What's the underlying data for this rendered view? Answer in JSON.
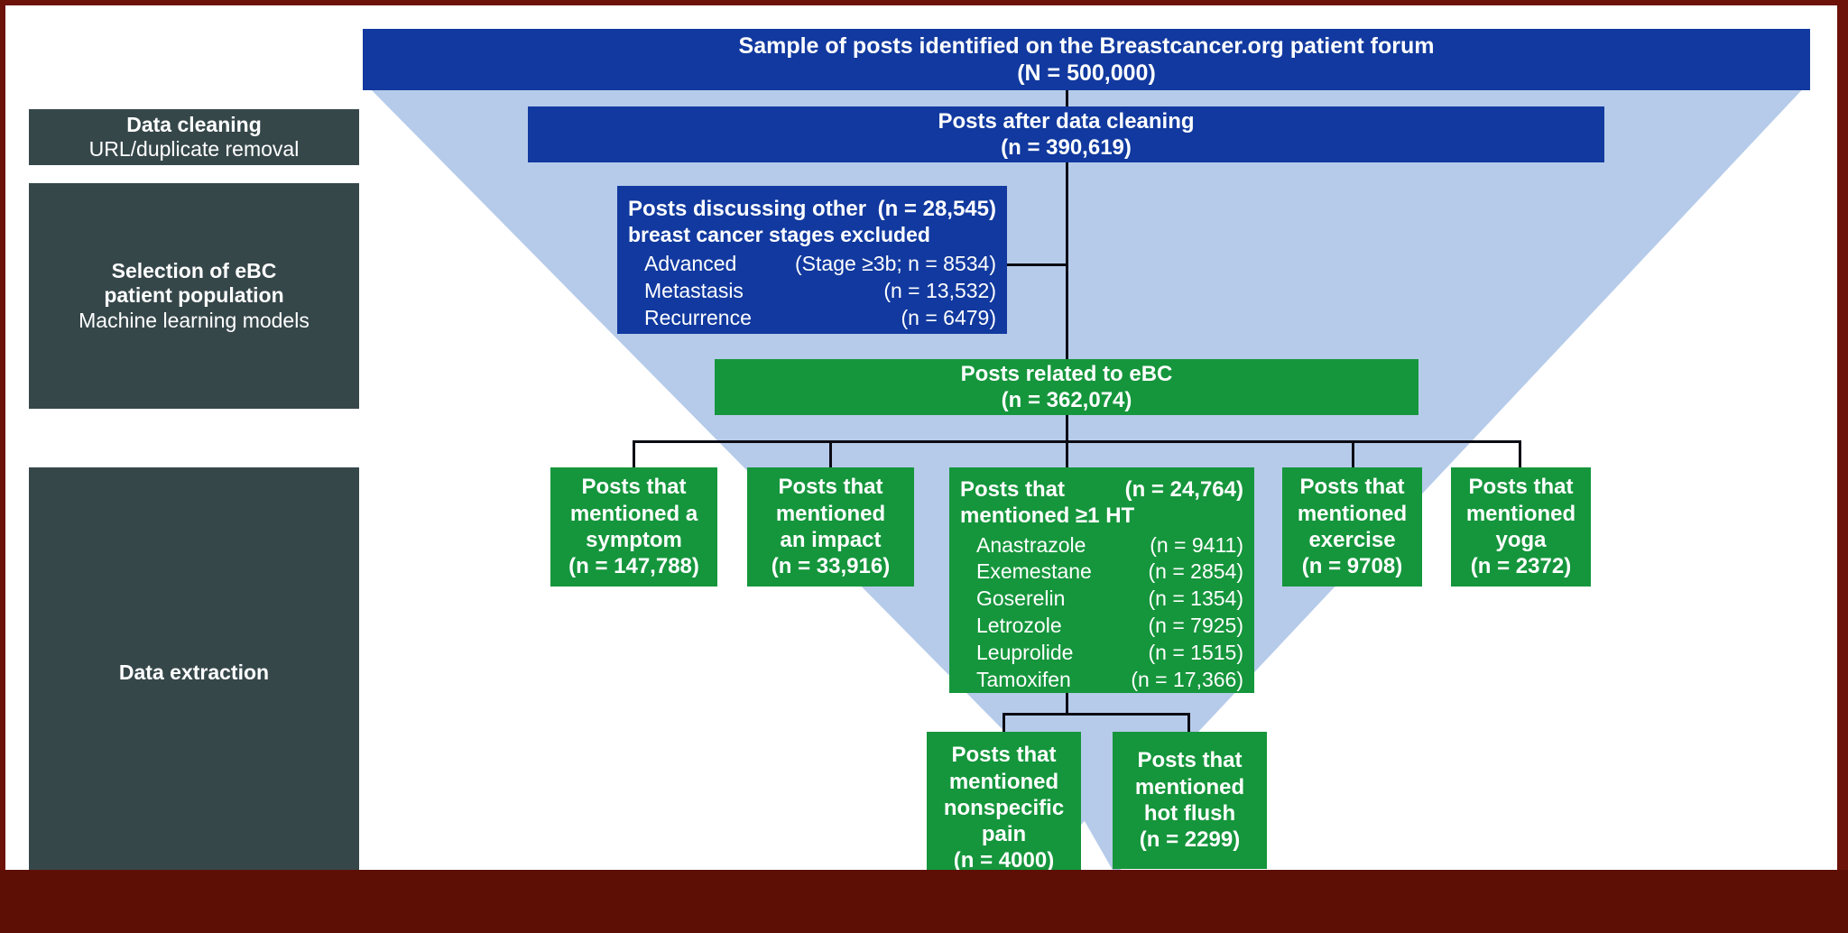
{
  "figure": {
    "type": "flowchart",
    "title": "Study flow diagram of Breastcancer.org forum post selection"
  },
  "colors": {
    "blue_box": "#11399f",
    "green_box": "#15963c",
    "funnel": "#b6cbea",
    "stage_block": "#36474a",
    "frame": "#6d1209",
    "connector": "#0b0b14"
  },
  "stages": [
    {
      "id": "data-cleaning",
      "bold": "Data cleaning",
      "sub": "URL/duplicate removal"
    },
    {
      "id": "selection",
      "bold_line1": "Selection of eBC",
      "bold_line2": "patient population",
      "sub": "Machine learning models"
    },
    {
      "id": "data-extraction",
      "bold": "Data extraction",
      "sub": ""
    }
  ],
  "nodes": {
    "sample": {
      "line1": "Sample of posts identified on the Breastcancer.org patient forum",
      "line2": "(N = 500,000)",
      "count": 500000
    },
    "cleaning": {
      "line1": "Posts after data cleaning",
      "line2": "(n = 390,619)",
      "count": 390619
    },
    "excluded": {
      "head_left": "Posts discussing other",
      "head_right": "(n = 28,545)",
      "head_line2": "breast cancer stages excluded",
      "count": 28545,
      "items": [
        {
          "label": "Advanced",
          "value": "(Stage ≥3b; n = 8534)",
          "n": 8534
        },
        {
          "label": "Metastasis",
          "value": "(n = 13,532)",
          "n": 13532
        },
        {
          "label": "Recurrence",
          "value": "(n = 6479)",
          "n": 6479
        }
      ]
    },
    "ebc": {
      "line1": "Posts related to eBC",
      "line2": "(n = 362,074)",
      "count": 362074
    },
    "symptom": {
      "line1": "Posts that",
      "line2": "mentioned a",
      "line3": "symptom",
      "line4": "(n = 147,788)",
      "count": 147788
    },
    "impact": {
      "line1": "Posts that",
      "line2": "mentioned",
      "line3": "an impact",
      "line4": "(n = 33,916)",
      "count": 33916
    },
    "ht": {
      "head_left": "Posts that",
      "head_right": "(n = 24,764)",
      "head_line2": "mentioned ≥1 HT",
      "count": 24764,
      "items": [
        {
          "label": "Anastrazole",
          "value": "(n = 9411)",
          "n": 9411
        },
        {
          "label": "Exemestane",
          "value": "(n = 2854)",
          "n": 2854
        },
        {
          "label": "Goserelin",
          "value": "(n = 1354)",
          "n": 1354
        },
        {
          "label": "Letrozole",
          "value": "(n = 7925)",
          "n": 7925
        },
        {
          "label": "Leuprolide",
          "value": "(n = 1515)",
          "n": 1515
        },
        {
          "label": "Tamoxifen",
          "value": "(n = 17,366)",
          "n": 17366
        }
      ]
    },
    "exercise": {
      "line1": "Posts that",
      "line2": "mentioned",
      "line3": "exercise",
      "line4": "(n = 9708)",
      "count": 9708
    },
    "yoga": {
      "line1": "Posts that",
      "line2": "mentioned",
      "line3": "yoga",
      "line4": "(n = 2372)",
      "count": 2372
    },
    "pain": {
      "line1": "Posts that",
      "line2": "mentioned",
      "line3": "nonspecific",
      "line4": "pain",
      "line5": "(n = 4000)",
      "count": 4000
    },
    "hotflush": {
      "line1": "Posts that",
      "line2": "mentioned",
      "line3": "hot flush",
      "line4": "(n = 2299)",
      "count": 2299
    }
  }
}
